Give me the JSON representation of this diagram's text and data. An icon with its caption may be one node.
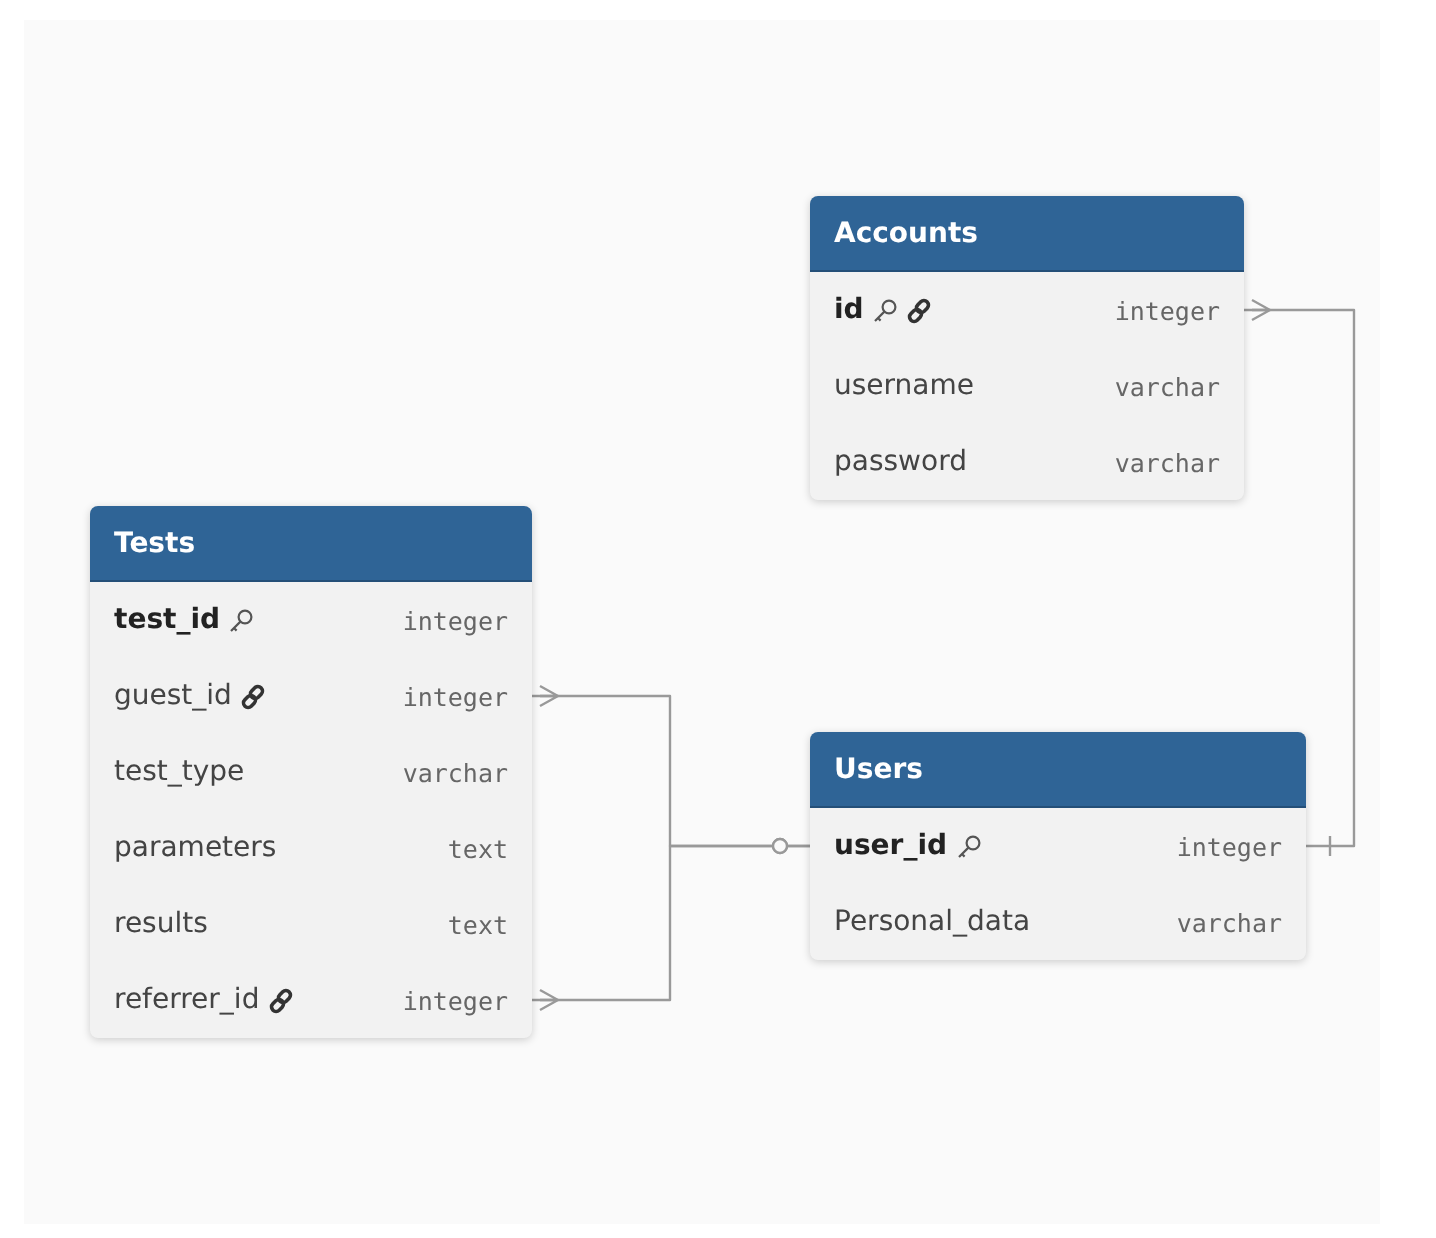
{
  "diagram": {
    "nodes": [
      {
        "text": [
          "Accounts"
        ]
      },
      {
        "text": [
          "id",
          "integer"
        ],
        "in": 0
      },
      {
        "text": [
          "username",
          "varchar"
        ],
        "in": 0
      },
      {
        "text": [
          "password",
          "varchar"
        ],
        "in": 0
      },
      {
        "text": [
          "Tests"
        ]
      },
      {
        "text": [
          "test_id",
          "integer"
        ],
        "in": 4
      },
      {
        "text": [
          "guest_id",
          "integer"
        ],
        "in": 4
      },
      {
        "text": [
          "test_type",
          "varchar"
        ],
        "in": 4
      },
      {
        "text": [
          "parameters",
          "text"
        ],
        "in": 4
      },
      {
        "text": [
          "results",
          "text"
        ],
        "in": 4
      },
      {
        "text": [
          "referrer_id",
          "integer"
        ],
        "in": 4
      },
      {
        "text": [
          "Users"
        ]
      },
      {
        "text": [
          "user_id",
          "integer"
        ],
        "in": 11
      },
      {
        "text": [
          "Personal_data",
          "varchar"
        ],
        "in": 11
      }
    ],
    "edges": [
      {
        "from": 6,
        "to": 12,
        "arrow": "other"
      },
      {
        "from": 10,
        "to": 12,
        "arrow": "other"
      },
      {
        "from": 1,
        "to": 12,
        "arrow": "other"
      }
    ]
  }
}
